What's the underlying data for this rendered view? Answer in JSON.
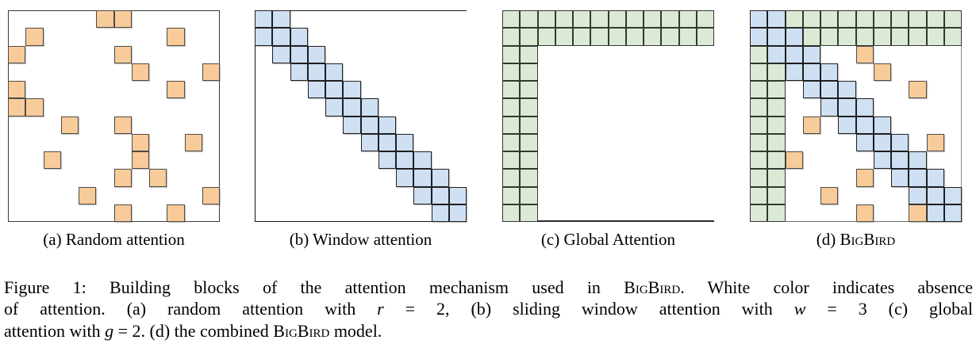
{
  "figure": {
    "cell_types": {
      "O": {
        "name": "random-attention",
        "fill": "#F8CB9A"
      },
      "B": {
        "name": "window-attention",
        "fill": "#CEE0F2"
      },
      "G": {
        "name": "global-attention",
        "fill": "#DCEAD5"
      }
    },
    "colors": {
      "random_fill": "#F8CB9A",
      "window_fill": "#CEE0F2",
      "global_fill": "#DCEAD5",
      "absent_fill": "#FFFFFF"
    },
    "grid_size": 12,
    "panels": [
      {
        "id": "a",
        "label": [
          {
            "t": "plain",
            "s": "(a) Random attention"
          }
        ],
        "rows": [
          ".....OO.....",
          ".O.......O..",
          "O.....O.....",
          ".......O...O",
          "O........O..",
          "OO..........",
          "...O..O.....",
          ".......O..O.",
          "..O....O....",
          "......O.O...",
          "....O......O",
          "......O..O.."
        ]
      },
      {
        "id": "b",
        "label": [
          {
            "t": "plain",
            "s": "(b) Window attention"
          }
        ],
        "rows": [
          "BB..........",
          "BBB.........",
          ".BBB........",
          "..BBB.......",
          "...BBB......",
          "....BBB.....",
          ".....BBB....",
          "......BBB...",
          ".......BBB..",
          "........BBB.",
          ".........BBB",
          "..........BB"
        ]
      },
      {
        "id": "c",
        "label": [
          {
            "t": "plain",
            "s": "(c) Global Attention"
          }
        ],
        "rows": [
          "GGGGGGGGGGGG",
          "GGGGGGGGGGGG",
          "GG..........",
          "GG..........",
          "GG..........",
          "GG..........",
          "GG..........",
          "GG..........",
          "GG..........",
          "GG..........",
          "GG..........",
          "GG.........."
        ]
      },
      {
        "id": "d",
        "label": [
          {
            "t": "plain",
            "s": "(d) "
          },
          {
            "t": "sc",
            "s": "BigBird"
          }
        ],
        "rows": [
          "BBGGGGGGGGGG",
          "BBBGGGGGGGGG",
          "GBBB..O.....",
          "GGBBB..O....",
          "GG.BBB...O..",
          "GG..BBB.....",
          "GG.O.BBB....",
          "GG....BBB.O.",
          "GGO....BBB..",
          "GG....O.BBB.",
          "GG..O....BBB",
          "GG....O..OBB"
        ]
      }
    ],
    "caption_lines": [
      [
        {
          "t": "plain",
          "s": "Figure 1: Building blocks of the attention mechanism used in "
        },
        {
          "t": "sc",
          "s": "BigBird"
        },
        {
          "t": "plain",
          "s": ". White color indicates absence"
        }
      ],
      [
        {
          "t": "plain",
          "s": "of attention. (a) random attention with "
        },
        {
          "t": "mvar",
          "s": "r"
        },
        {
          "t": "plain",
          "s": " = 2, (b) sliding window attention with "
        },
        {
          "t": "mvar",
          "s": "w"
        },
        {
          "t": "plain",
          "s": " = 3 (c) global"
        }
      ],
      [
        {
          "t": "plain",
          "s": "attention with "
        },
        {
          "t": "mvar",
          "s": "g"
        },
        {
          "t": "plain",
          "s": " = 2. (d) the combined "
        },
        {
          "t": "sc",
          "s": "BigBird"
        },
        {
          "t": "plain",
          "s": " model."
        }
      ]
    ]
  }
}
